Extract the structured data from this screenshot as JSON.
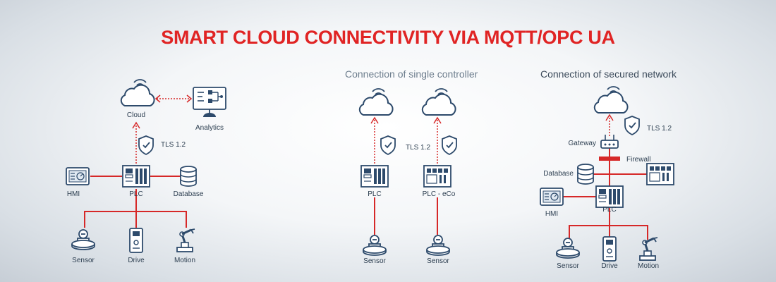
{
  "title": "SMART CLOUD CONNECTIVITY VIA MQTT/OPC UA",
  "panel1": {
    "cloud": "Cloud",
    "analytics": "Analytics",
    "tls": "TLS 1.2",
    "hmi": "HMI",
    "plc": "PLC",
    "database": "Database",
    "sensor": "Sensor",
    "drive": "Drive",
    "motion": "Motion"
  },
  "panel2": {
    "subtitle": "Connection of single controller",
    "tls": "TLS 1.2",
    "plc": "PLC",
    "plc_eco": "PLC - eCo",
    "sensor_a": "Sensor",
    "sensor_b": "Sensor"
  },
  "panel3": {
    "subtitle": "Connection of secured network",
    "tls": "TLS 1.2",
    "gateway": "Gateway",
    "firewall": "Firewall",
    "database": "Database",
    "hmi": "HMI",
    "plc": "PLC",
    "sensor": "Sensor",
    "drive": "Drive",
    "motion": "Motion"
  },
  "colors": {
    "accent_red": "#e02424",
    "icon_navy": "#2d4a6b",
    "connector_red": "#d62828"
  }
}
